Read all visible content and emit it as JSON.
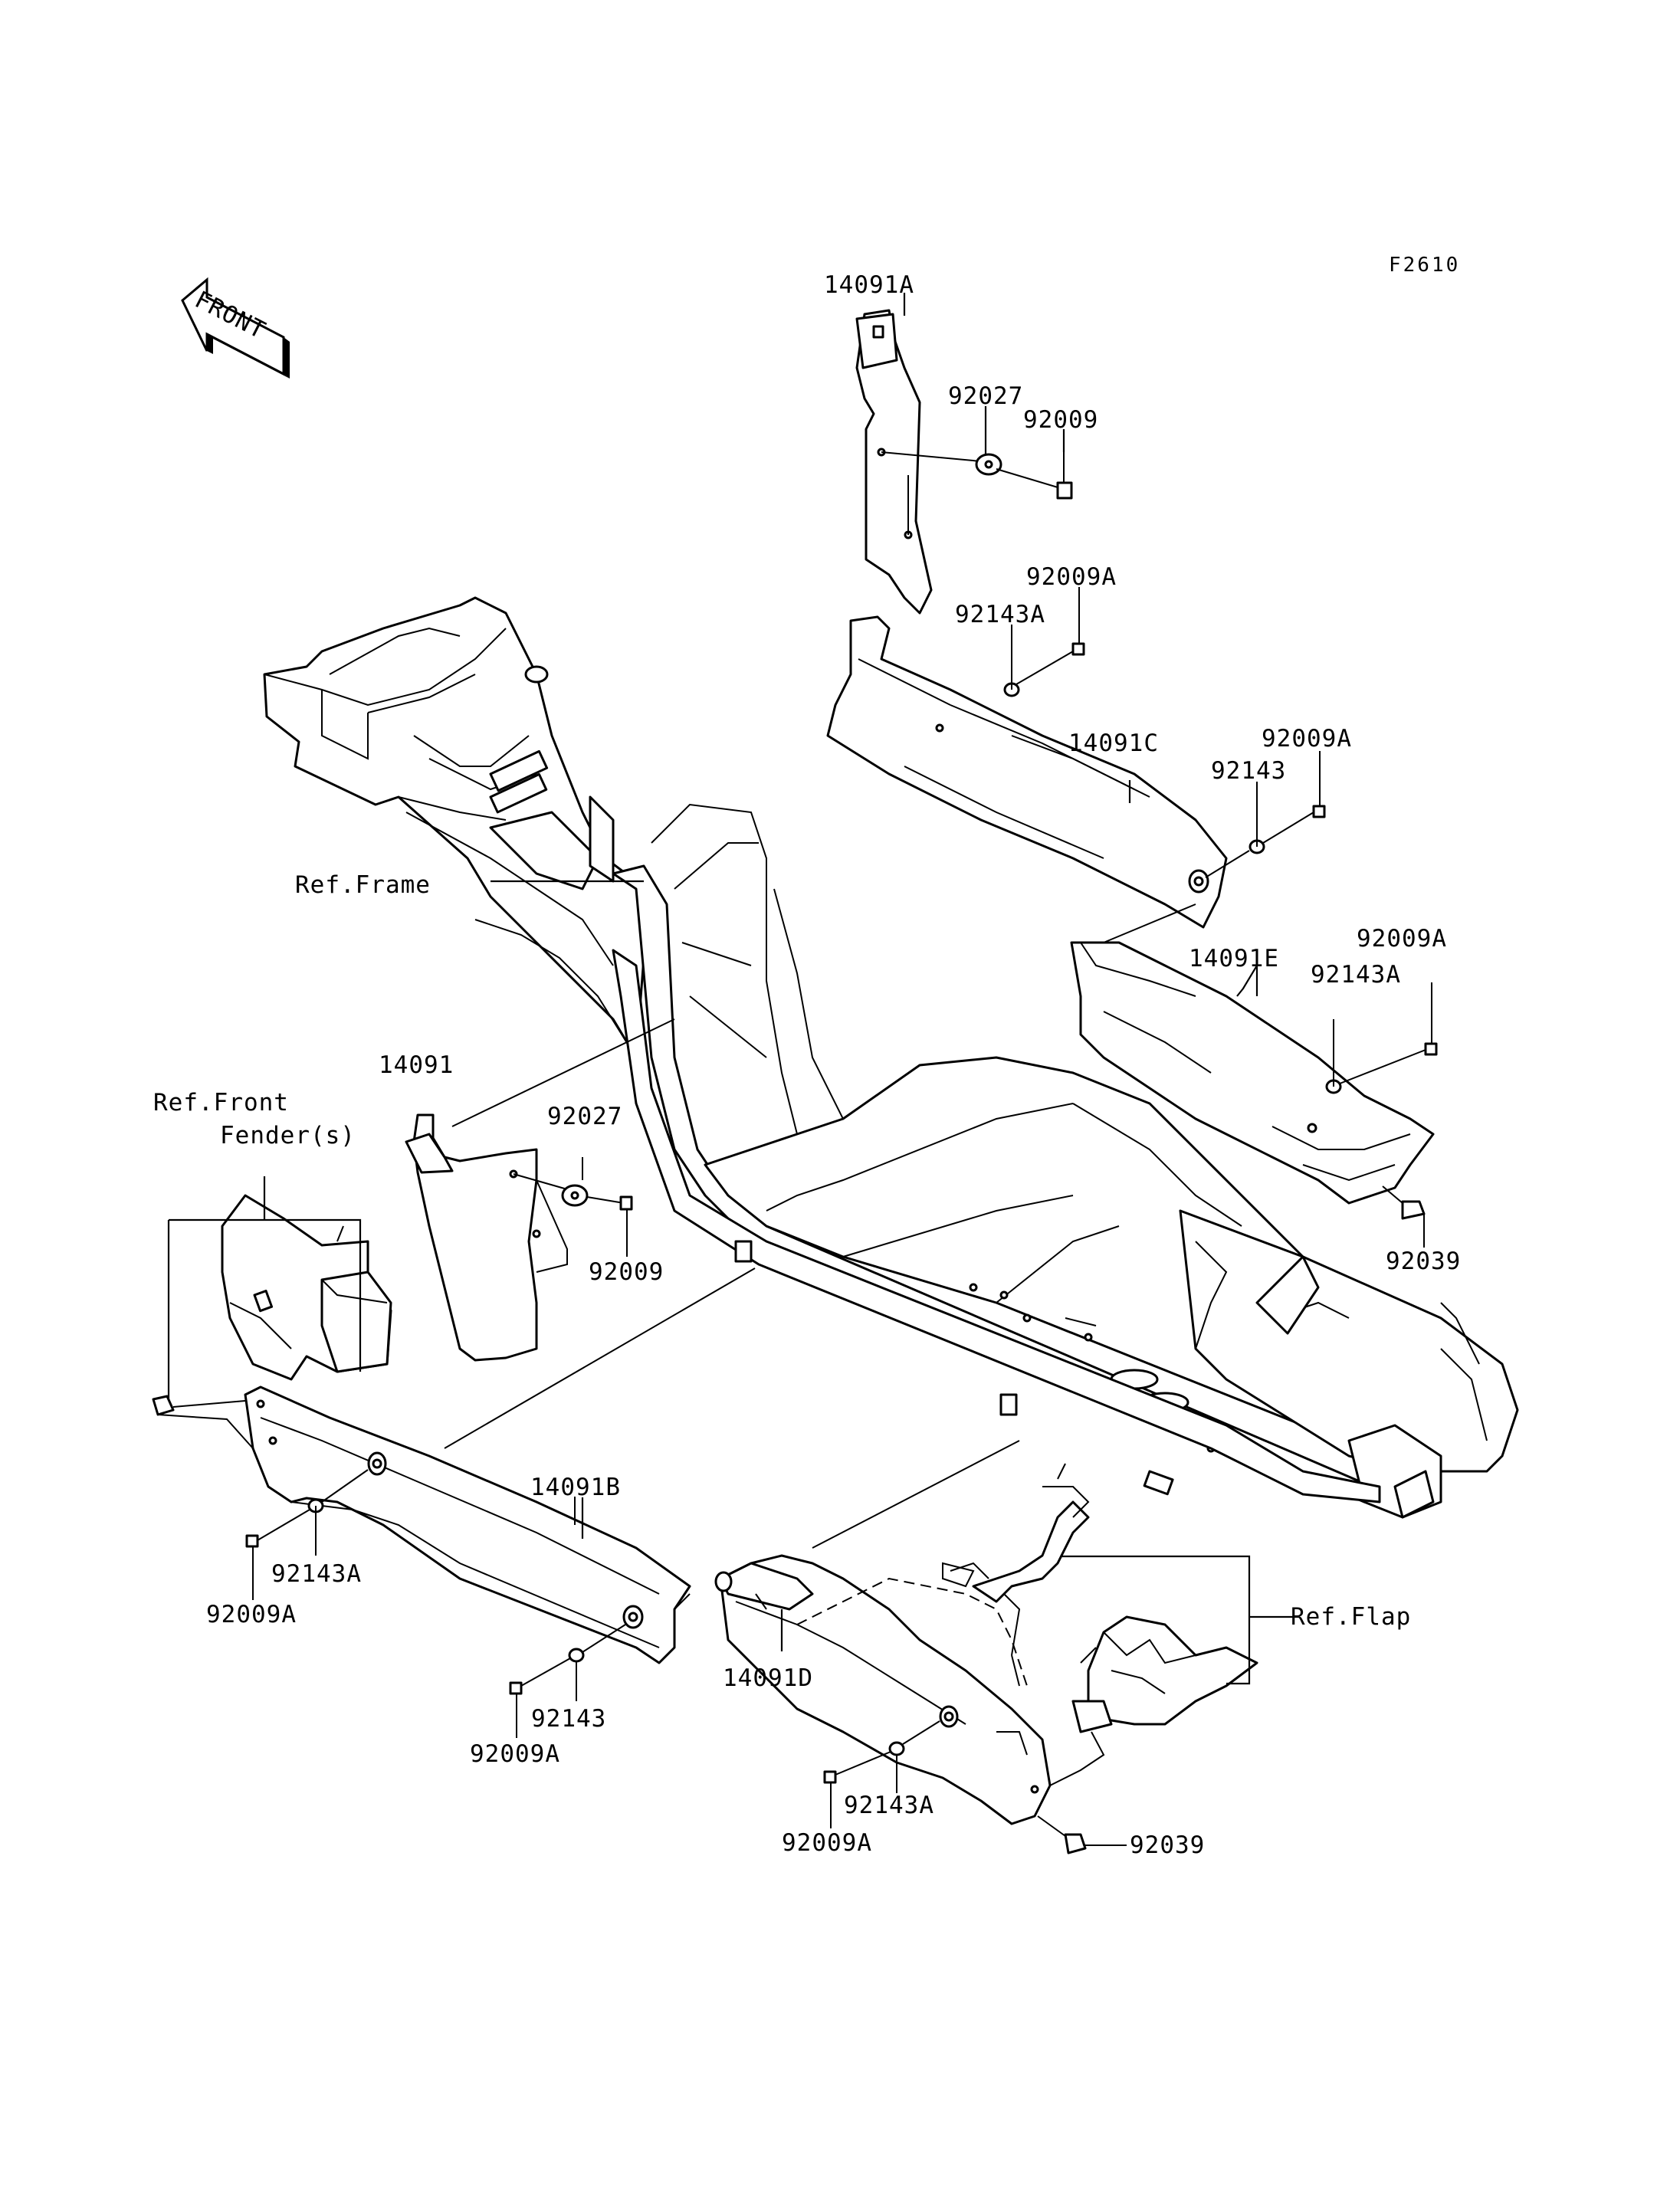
{
  "diagram_code": "F2610",
  "front_arrow": {
    "text": "FRONT",
    "icon": "front-direction-arrow-icon"
  },
  "labels": {
    "p14091A": "14091A",
    "p92027_top": "92027",
    "p92009_top": "92009",
    "p92009A_1": "92009A",
    "p92143A_1": "92143A",
    "p14091C": "14091C",
    "p92009A_2": "92009A",
    "p92143_1": "92143",
    "p14091E": "14091E",
    "p92009A_3": "92009A",
    "p92143A_2": "92143A",
    "p92039_right": "92039",
    "ref_frame": "Ref.Frame",
    "p14091": "14091",
    "p92027_mid": "92027",
    "p92009_mid": "92009",
    "ref_front_fender_1": "Ref.Front",
    "ref_front_fender_2": "Fender(s)",
    "p14091B": "14091B",
    "p92143A_3": "92143A",
    "p92009A_4": "92009A",
    "p92143_2": "92143",
    "p92009A_5": "92009A",
    "p14091D": "14091D",
    "p92143A_4": "92143A",
    "p92009A_6": "92009A",
    "ref_flap": "Ref.Flap",
    "p92039_bottom": "92039"
  }
}
